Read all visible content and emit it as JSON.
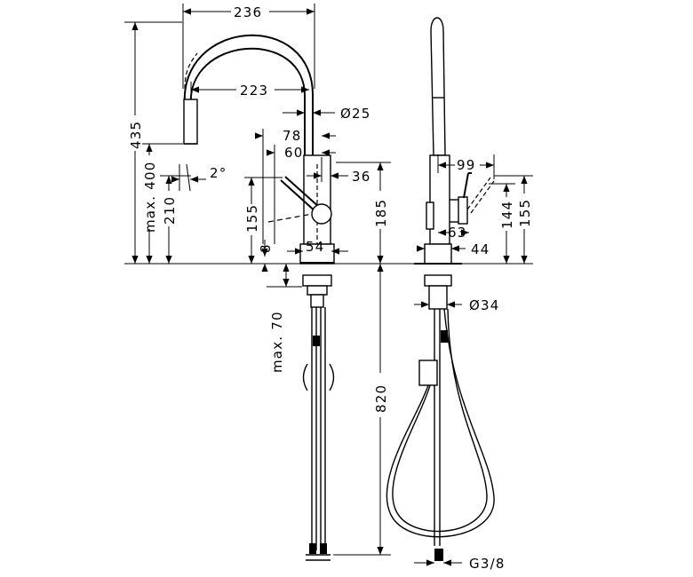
{
  "dimensions": {
    "width_236": "236",
    "width_223": "223",
    "dia_25": "Ø25",
    "d_78": "78",
    "d_60": "60",
    "d_36": "36",
    "angle_2": "2°",
    "height_435": "435",
    "max_400": "max. 400",
    "height_210": "210",
    "height_155_left": "155",
    "height_185": "185",
    "d_8": "8",
    "d_54": "54",
    "max_70": "max. 70",
    "height_820": "820",
    "d_99": "99",
    "d_144": "144",
    "d_155_right": "155",
    "d_63": "63",
    "d_44": "44",
    "dia_34": "Ø34",
    "thread": "G3/8"
  }
}
